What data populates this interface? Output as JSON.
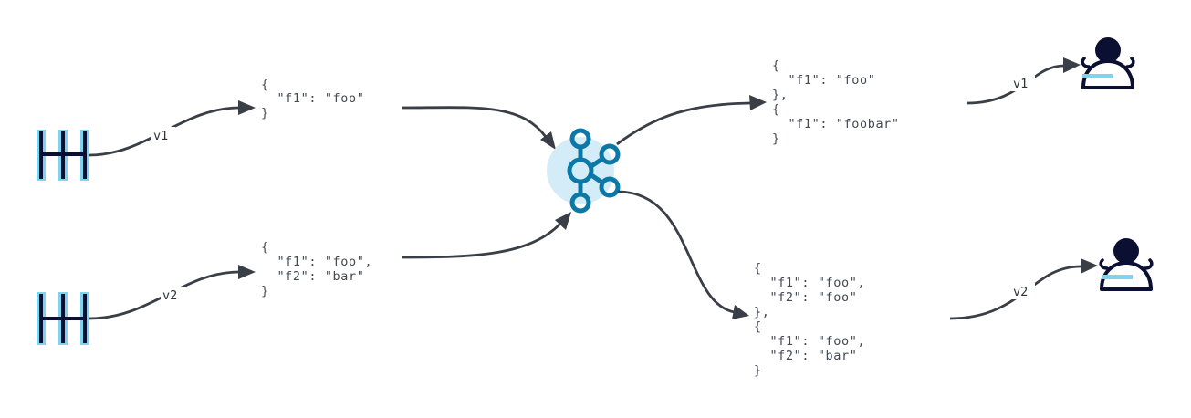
{
  "edges": {
    "producer1_label": "v1",
    "producer2_label": "v2",
    "consumer1_label": "v1",
    "consumer2_label": "v2"
  },
  "messages": {
    "producer1": [
      "{",
      "  \"f1\": \"foo\"",
      "}"
    ],
    "producer2": [
      "{",
      "  \"f1\": \"foo\",",
      "  \"f2\": \"bar\"",
      "}"
    ],
    "consumer1": [
      "{",
      "  \"f1\": \"foo\"",
      "},",
      "{",
      "  \"f1\": \"foobar\"",
      "}"
    ],
    "consumer2": [
      "{",
      "  \"f1\": \"foo\",",
      "  \"f2\": \"foo\"",
      "},",
      "{",
      "  \"f1\": \"foo\",",
      "  \"f2\": \"bar\"",
      "}"
    ]
  },
  "icons": {
    "producer": "gear-shift-icon",
    "broker": "kafka-icon",
    "consumer": "consumer-person-icon"
  },
  "colors": {
    "dark": "#0b1033",
    "accent": "#7fd3ee",
    "kafka": "#0b78a8",
    "kafka_halo": "#d4ecf7",
    "edge": "#3a3f47",
    "code_text": "#444a52"
  }
}
